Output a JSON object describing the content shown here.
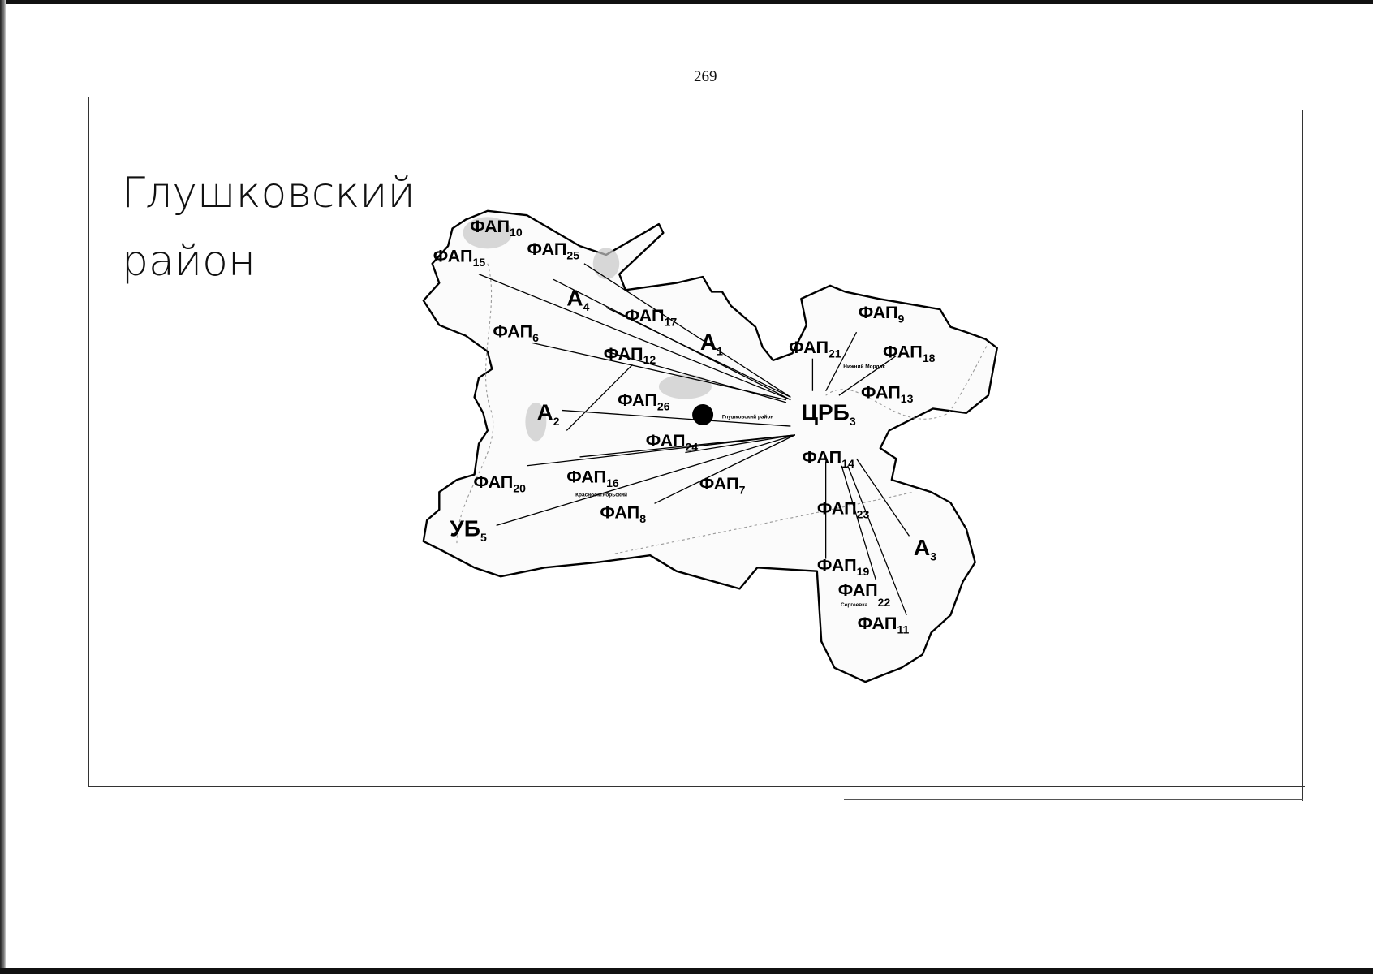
{
  "page_number": "269",
  "slide": {
    "title_line1": "Глушковский",
    "title_line2": "район"
  },
  "map": {
    "hub": {
      "name": "ЦРБ",
      "sub": "3"
    },
    "centre_label": "Глушковский район",
    "facilities": [
      {
        "name": "ФАП",
        "sub": "10"
      },
      {
        "name": "ФАП",
        "sub": "25"
      },
      {
        "name": "ФАП",
        "sub": "15"
      },
      {
        "name": "А",
        "sub": "4"
      },
      {
        "name": "ФАП",
        "sub": "17"
      },
      {
        "name": "А",
        "sub": "1"
      },
      {
        "name": "ФАП",
        "sub": "6"
      },
      {
        "name": "ФАП",
        "sub": "12"
      },
      {
        "name": "ФАП",
        "sub": "26"
      },
      {
        "name": "А",
        "sub": "2"
      },
      {
        "name": "ФАП",
        "sub": "24"
      },
      {
        "name": "ФАП",
        "sub": "20"
      },
      {
        "name": "ФАП",
        "sub": "16"
      },
      {
        "name": "ФАП",
        "sub": "7"
      },
      {
        "name": "ФАП",
        "sub": "8"
      },
      {
        "name": "УБ",
        "sub": "5"
      },
      {
        "name": "ФАП",
        "sub": "9"
      },
      {
        "name": "ФАП",
        "sub": "21"
      },
      {
        "name": "ФАП",
        "sub": "18"
      },
      {
        "name": "ФАП",
        "sub": "13"
      },
      {
        "name": "ФАП",
        "sub": "14"
      },
      {
        "name": "ФАП",
        "sub": "23"
      },
      {
        "name": "А",
        "sub": "3"
      },
      {
        "name": "ФАП",
        "sub": "19"
      },
      {
        "name": "ФАП",
        "sub": "22"
      },
      {
        "name": "ФАП",
        "sub": "11"
      }
    ],
    "villages": [
      "Нижний Мордок",
      "Краснооктябрьский",
      "Сергеевка"
    ]
  }
}
